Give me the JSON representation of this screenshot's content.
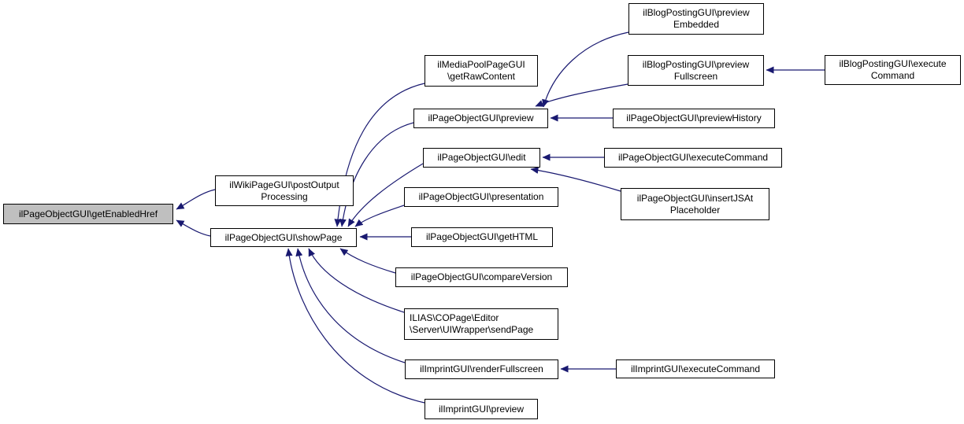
{
  "diagram": {
    "type": "caller-graph",
    "colors": {
      "background": "#ffffff",
      "edge": "#191970",
      "node_border": "#000000",
      "node_fill": "#ffffff",
      "root_fill": "#bfbfbf"
    },
    "nodes": {
      "get_enabled_href": {
        "label": "ilPageObjectGUI\\getEnabledHref",
        "lines": [
          "ilPageObjectGUI\\getEnabledHref"
        ],
        "role": "root"
      },
      "post_output_processing": {
        "label": "ilWikiPageGUI\\postOutputProcessing",
        "lines": [
          "ilWikiPageGUI\\postOutput",
          "Processing"
        ]
      },
      "show_page": {
        "label": "ilPageObjectGUI\\showPage",
        "lines": [
          "ilPageObjectGUI\\showPage"
        ]
      },
      "get_raw_content": {
        "label": "ilMediaPoolPageGUI\\getRawContent",
        "lines": [
          "ilMediaPoolPageGUI",
          "\\getRawContent"
        ]
      },
      "preview_embedded": {
        "label": "ilBlogPostingGUI\\previewEmbedded",
        "lines": [
          "ilBlogPostingGUI\\preview",
          "Embedded"
        ]
      },
      "preview_fullscreen": {
        "label": "ilBlogPostingGUI\\previewFullscreen",
        "lines": [
          "ilBlogPostingGUI\\preview",
          "Fullscreen"
        ]
      },
      "blog_execute_command": {
        "label": "ilBlogPostingGUI\\executeCommand",
        "lines": [
          "ilBlogPostingGUI\\execute",
          "Command"
        ]
      },
      "preview": {
        "label": "ilPageObjectGUI\\preview",
        "lines": [
          "ilPageObjectGUI\\preview"
        ]
      },
      "preview_history": {
        "label": "ilPageObjectGUI\\previewHistory",
        "lines": [
          "ilPageObjectGUI\\previewHistory"
        ]
      },
      "edit": {
        "label": "ilPageObjectGUI\\edit",
        "lines": [
          "ilPageObjectGUI\\edit"
        ]
      },
      "page_execute_command": {
        "label": "ilPageObjectGUI\\executeCommand",
        "lines": [
          "ilPageObjectGUI\\executeCommand"
        ]
      },
      "insert_js_at_placeholder": {
        "label": "ilPageObjectGUI\\insertJSAtPlaceholder",
        "lines": [
          "ilPageObjectGUI\\insertJSAt",
          "Placeholder"
        ]
      },
      "presentation": {
        "label": "ilPageObjectGUI\\presentation",
        "lines": [
          "ilPageObjectGUI\\presentation"
        ]
      },
      "get_html": {
        "label": "ilPageObjectGUI\\getHTML",
        "lines": [
          "ilPageObjectGUI\\getHTML"
        ]
      },
      "compare_version": {
        "label": "ilPageObjectGUI\\compareVersion",
        "lines": [
          "ilPageObjectGUI\\compareVersion"
        ]
      },
      "send_page": {
        "label": "ILIAS\\COPage\\Editor\\Server\\UIWrapper\\sendPage",
        "lines": [
          "ILIAS\\COPage\\Editor",
          "\\Server\\UIWrapper\\sendPage"
        ]
      },
      "render_fullscreen": {
        "label": "ilImprintGUI\\renderFullscreen",
        "lines": [
          "ilImprintGUI\\renderFullscreen"
        ]
      },
      "imprint_execute_command": {
        "label": "ilImprintGUI\\executeCommand",
        "lines": [
          "ilImprintGUI\\executeCommand"
        ]
      },
      "imprint_preview": {
        "label": "ilImprintGUI\\preview",
        "lines": [
          "ilImprintGUI\\preview"
        ]
      }
    },
    "edges": [
      {
        "from": "ilWikiPageGUI\\postOutputProcessing",
        "to": "ilPageObjectGUI\\getEnabledHref"
      },
      {
        "from": "ilPageObjectGUI\\showPage",
        "to": "ilPageObjectGUI\\getEnabledHref"
      },
      {
        "from": "ilMediaPoolPageGUI\\getRawContent",
        "to": "ilPageObjectGUI\\showPage"
      },
      {
        "from": "ilPageObjectGUI\\preview",
        "to": "ilPageObjectGUI\\showPage"
      },
      {
        "from": "ilPageObjectGUI\\edit",
        "to": "ilPageObjectGUI\\showPage"
      },
      {
        "from": "ilPageObjectGUI\\presentation",
        "to": "ilPageObjectGUI\\showPage"
      },
      {
        "from": "ilPageObjectGUI\\getHTML",
        "to": "ilPageObjectGUI\\showPage"
      },
      {
        "from": "ilPageObjectGUI\\compareVersion",
        "to": "ilPageObjectGUI\\showPage"
      },
      {
        "from": "ILIAS\\COPage\\Editor\\Server\\UIWrapper\\sendPage",
        "to": "ilPageObjectGUI\\showPage"
      },
      {
        "from": "ilImprintGUI\\renderFullscreen",
        "to": "ilPageObjectGUI\\showPage"
      },
      {
        "from": "ilImprintGUI\\preview",
        "to": "ilPageObjectGUI\\showPage"
      },
      {
        "from": "ilBlogPostingGUI\\previewEmbedded",
        "to": "ilPageObjectGUI\\preview"
      },
      {
        "from": "ilBlogPostingGUI\\previewFullscreen",
        "to": "ilPageObjectGUI\\preview"
      },
      {
        "from": "ilPageObjectGUI\\previewHistory",
        "to": "ilPageObjectGUI\\preview"
      },
      {
        "from": "ilBlogPostingGUI\\executeCommand",
        "to": "ilBlogPostingGUI\\previewFullscreen"
      },
      {
        "from": "ilPageObjectGUI\\executeCommand",
        "to": "ilPageObjectGUI\\edit"
      },
      {
        "from": "ilPageObjectGUI\\insertJSAtPlaceholder",
        "to": "ilPageObjectGUI\\edit"
      },
      {
        "from": "ilImprintGUI\\executeCommand",
        "to": "ilImprintGUI\\renderFullscreen"
      }
    ]
  }
}
